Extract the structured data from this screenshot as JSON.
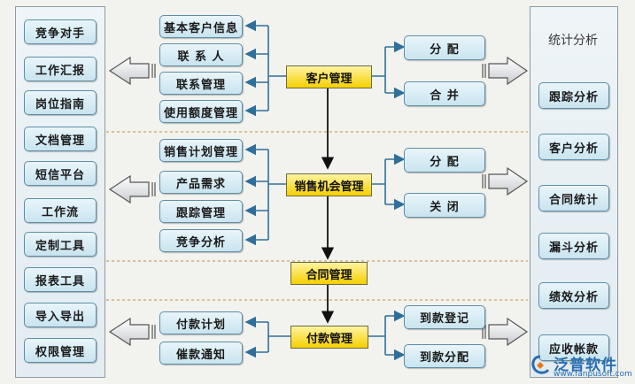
{
  "left_panel": {
    "items": [
      "竞争对手",
      "工作汇报",
      "岗位指南",
      "文档管理",
      "短信平台",
      "工作流",
      "定制工具",
      "报表工具",
      "导入导出",
      "权限管理"
    ]
  },
  "right_panel": {
    "title": "统计分析",
    "items": [
      "跟踪分析",
      "客户分析",
      "合同统计",
      "漏斗分析",
      "绩效分析",
      "应收帐款"
    ]
  },
  "center": {
    "customer_mgmt": "客户管理",
    "opportunity_mgmt": "销售机会管理",
    "contract_mgmt": "合同管理",
    "payment_mgmt": "付款管理"
  },
  "sections": {
    "customer": {
      "left": [
        "基本客户信息",
        "联 系 人",
        "联系管理",
        "使用额度管理"
      ],
      "right": [
        "分 配",
        "合 并"
      ]
    },
    "opportunity": {
      "left": [
        "销售计划管理",
        "产品需求",
        "跟踪管理",
        "竞争分析"
      ],
      "right": [
        "分 配",
        "关 闭"
      ]
    },
    "payment": {
      "left": [
        "付款计划",
        "催款通知"
      ],
      "right": [
        "到款登记",
        "到款分配"
      ]
    }
  },
  "watermark": {
    "brand": "泛普软件",
    "url": "www.fanpusoft.com"
  },
  "colors": {
    "yellow_box": "#f5d000",
    "blue_box": "#c9e4ef",
    "dotted_divider": "#c9a36a",
    "watermark": "#2a6db0"
  }
}
